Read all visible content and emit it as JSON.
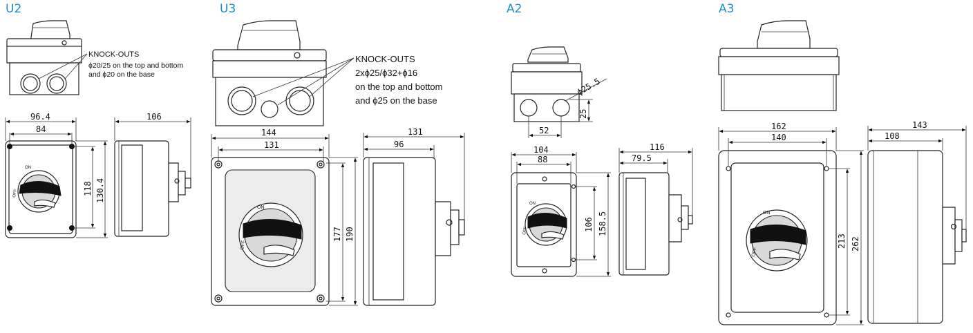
{
  "models": {
    "u2": {
      "title": "U2"
    },
    "u3": {
      "title": "U3"
    },
    "a2": {
      "title": "A2"
    },
    "a3": {
      "title": "A3"
    }
  },
  "u2": {
    "knockouts": {
      "title": "KNOCK-OUTS",
      "line1": "ϕ20/25 on the top and bottom",
      "line2": "and ϕ20 on the base"
    },
    "dims": {
      "width_outer": "96.4",
      "width_inner": "84",
      "height_inner": "118",
      "height_outer": "130.4",
      "depth": "106"
    }
  },
  "u3": {
    "knockouts": {
      "title": "KNOCK-OUTS",
      "line1": "2xϕ25/ϕ32+ϕ16",
      "line2": "on the top and bottom",
      "line3": "and ϕ25 on the base"
    },
    "dims": {
      "width_outer": "144",
      "width_inner": "131",
      "height_inner": "177",
      "height_outer": "190",
      "depth_outer": "131",
      "depth_inner": "96"
    }
  },
  "a2": {
    "dims": {
      "hole_dia": "ϕ25.5",
      "hole_height": "25",
      "hole_spacing": "52",
      "width_outer": "104",
      "width_inner": "88",
      "height_inner": "106",
      "height_outer": "158.5",
      "depth_outer": "116",
      "depth_inner": "79.5"
    }
  },
  "a3": {
    "dims": {
      "width_outer": "162",
      "width_inner": "140",
      "height_inner": "213",
      "height_outer": "262",
      "depth_outer": "143",
      "depth_inner": "108"
    }
  },
  "switch_labels": {
    "on": "ON",
    "off": "OFF"
  }
}
